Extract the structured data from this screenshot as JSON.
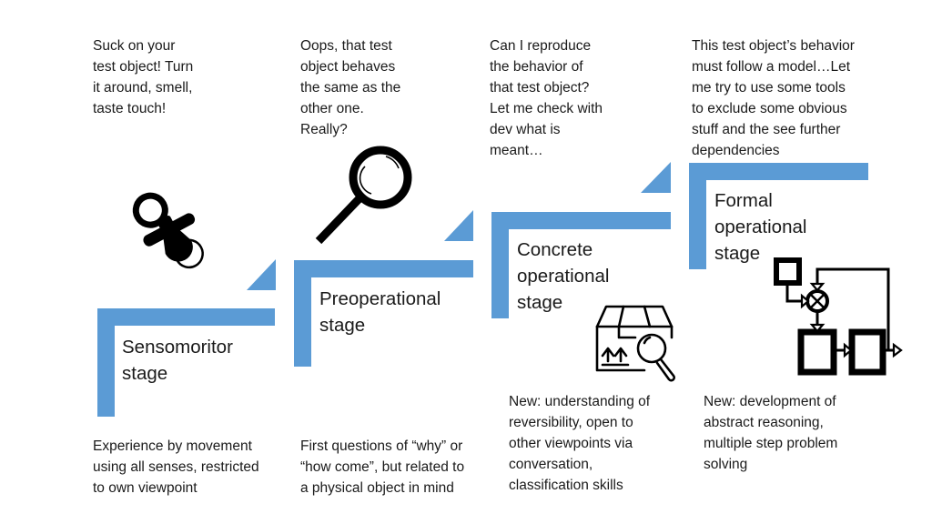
{
  "accent_color": "#5b9bd5",
  "stages": [
    {
      "title": "Sensomoritor\nstage",
      "quote": "Suck on your\ntest object! Turn\nit around, smell,\ntaste touch!",
      "description": "Experience by movement\nusing all senses, restricted\nto own viewpoint",
      "icon": "pacifier-icon"
    },
    {
      "title": "Preoperational\nstage",
      "quote": "Oops, that test\nobject behaves\nthe same as the\nother one.\nReally?",
      "description": "First questions of “why” or\n“how come”, but related to\na physical object in mind",
      "icon": "magnifier-icon"
    },
    {
      "title": "Concrete\noperational\nstage",
      "quote": "Can I reproduce\nthe behavior of\nthat test object?\nLet me check with\ndev what is\nmeant…",
      "description": "New: understanding of\nreversibility, open to\nother viewpoints via\nconversation,\nclassification skills",
      "icon": "box-inspection-icon"
    },
    {
      "title": "Formal\noperational\nstage",
      "quote": "This test object’s behavior\nmust follow a model…Let\nme try to use some tools\nto exclude some obvious\nstuff and the see further\ndependencies",
      "description": "New: development of\nabstract reasoning,\nmultiple step problem\nsolving",
      "icon": "block-diagram-icon"
    }
  ]
}
